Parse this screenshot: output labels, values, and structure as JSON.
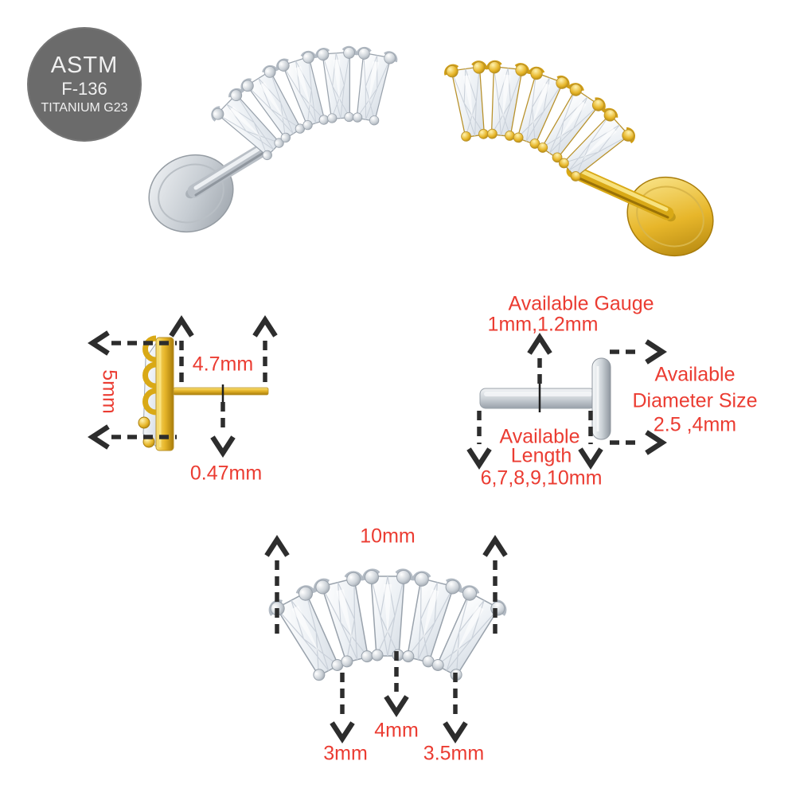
{
  "badge": {
    "line1": "ASTM",
    "line2": "F-136",
    "line3": "TITANIUM G23"
  },
  "side_view_diagram": {
    "height": "5mm",
    "post_length": "4.7mm",
    "post_thickness": "0.47mm"
  },
  "labret_diagram": {
    "gauge_title": "Available Gauge",
    "gauge_values": "1mm,1.2mm",
    "diameter_title_line1": "Available",
    "diameter_title_line2": "Diameter Size",
    "diameter_values": "2.5 ,4mm",
    "length_title_line1": "Available",
    "length_title_line2": "Length",
    "length_values": "6,7,8,9,10mm"
  },
  "top_view_diagram": {
    "width": "10mm",
    "left_height": "3mm",
    "center_height": "4mm",
    "right_height": "3.5mm"
  },
  "colors": {
    "label_red": "#eb3c32",
    "arrow_dark": "#2d2d2d",
    "badge_bg": "#6b6b6b",
    "badge_text": "#f0f0f0",
    "gold": "#e7b62a",
    "silver": "#ccd2d8"
  }
}
